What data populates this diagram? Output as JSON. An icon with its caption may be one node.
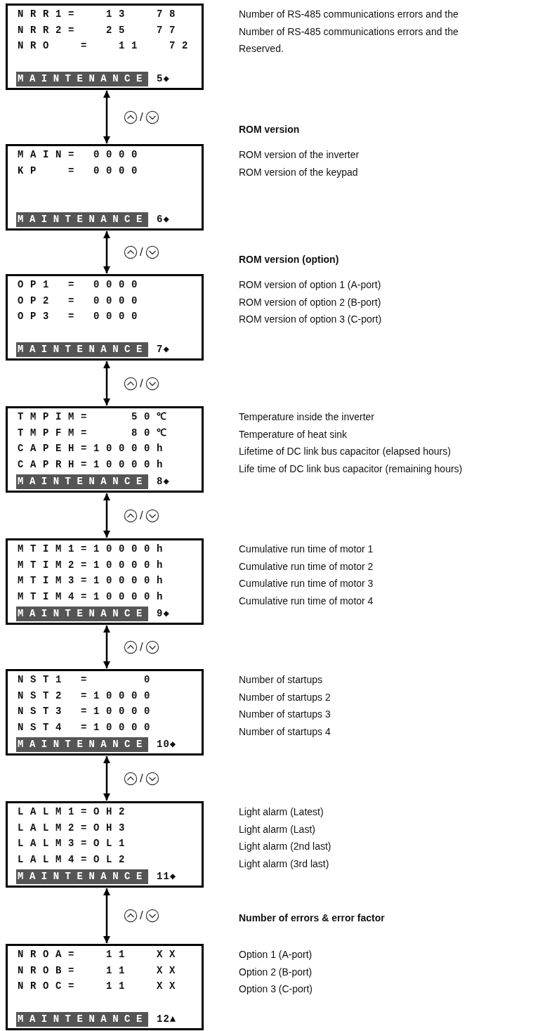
{
  "diagram": {
    "nodes": [
      {
        "text": [
          "NRR1=  13  78",
          "NRR2=  25  77",
          "NRO  =  11  72",
          "MAINTENANCE",
          "5◆"
        ],
        "beside": [
          "Number of RS-485 communications errors and the",
          "Number of RS-485 communications errors and the",
          "Reserved."
        ]
      },
      {
        "text": [
          "MAIN= 0000",
          "KP  = 0000",
          "MAINTENANCE",
          "6◆"
        ],
        "beside": [
          "ROM version",
          "ROM version of the inverter",
          "ROM version of the keypad"
        ]
      },
      {
        "text": [
          "OP1 = 0000",
          "OP2 = 0000",
          "OP3 = 0000",
          "MAINTENANCE",
          "7◆"
        ],
        "beside": [
          "ROM version (option)",
          "ROM version of option 1 (A-port)",
          "ROM version of option 2 (B-port)",
          "ROM version of option 3 (C-port)"
        ]
      },
      {
        "text": [
          "TMPIM=   50℃",
          "TMPFM=   80℃",
          "CAPEH=10000h",
          "CAPRH=10000h",
          "MAINTENANCE",
          "8◆"
        ],
        "beside": [
          "Temperature inside the inverter",
          "Temperature of heat sink",
          "Lifetime of DC link bus capacitor (elapsed hours)",
          "Life time of DC link bus capacitor (remaining hours)"
        ]
      },
      {
        "text": [
          "MTIM1=10000h",
          "MTIM2=10000h",
          "MTIM3=10000h",
          "MTIM4=10000h",
          "MAINTENANCE",
          "9◆"
        ],
        "beside": [
          "Cumulative run time of motor 1",
          "Cumulative run time of motor 2",
          "Cumulative run time of motor 3",
          "Cumulative run time of motor 4"
        ]
      },
      {
        "text": [
          "NST1 =    0",
          "NST2 =10000",
          "NST3 =10000",
          "NST4 =10000",
          "MAINTENANCE",
          "10◆"
        ],
        "beside": [
          "Number of startups",
          "Number of startups 2",
          "Number of startups 3",
          "Number of startups 4"
        ]
      },
      {
        "text": [
          "LALM1=OH2",
          "LALM2=OH3",
          "LALM3=OL1",
          "LALM4=OL2",
          "MAINTENANCE",
          "11◆"
        ],
        "beside": [
          "Light alarm (Latest)",
          "Light alarm (Last)",
          "Light alarm (2nd last)",
          "Light alarm (3rd last)"
        ]
      },
      {
        "text": [
          "NROA=  11  XX",
          "NROB=  11  XX",
          "NROC=  11  XX",
          "MAINTENANCE",
          "12▲"
        ],
        "beside": [
          "Number of errors & error factor",
          "Option 1 (A-port)",
          "Option 2 (B-port)",
          "Option 3 (C-port)"
        ]
      }
    ],
    "edges": [
      {
        "from": 0,
        "to": 1,
        "arrow": "both",
        "label": "/"
      },
      {
        "from": 1,
        "to": 2,
        "arrow": "both",
        "label": "/"
      },
      {
        "from": 2,
        "to": 3,
        "arrow": "both",
        "label": "/"
      },
      {
        "from": 3,
        "to": 4,
        "arrow": "both",
        "label": "/"
      },
      {
        "from": 4,
        "to": 5,
        "arrow": "both",
        "label": "/"
      },
      {
        "from": 5,
        "to": 6,
        "arrow": "both",
        "label": "/"
      },
      {
        "from": 6,
        "to": 7,
        "arrow": "both",
        "label": "/"
      }
    ]
  }
}
